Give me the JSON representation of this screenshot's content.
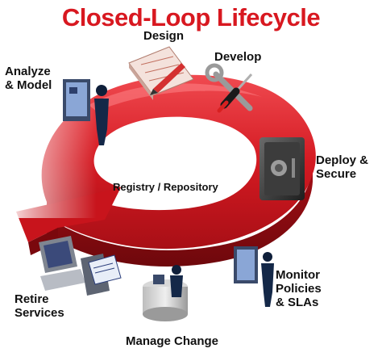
{
  "title": "Closed-Loop Lifecycle",
  "center_label": "Registry / Repository",
  "stages": {
    "design": "Design",
    "develop": "Develop",
    "deploy_line1": "Deploy &",
    "deploy_line2": "Secure",
    "monitor_line1": "Monitor",
    "monitor_line2": "Policies",
    "monitor_line3": "& SLAs",
    "manage": "Manage Change",
    "retire_line1": "Retire",
    "retire_line2": "Services",
    "analyze_line1": "Analyze",
    "analyze_line2": "& Model"
  },
  "colors": {
    "title": "#d81820",
    "ring": "#d41a22",
    "ring_dark": "#8e0d12",
    "ring_light": "#f05a5f"
  },
  "icons": [
    "analyst-person-icon",
    "blueprint-design-icon",
    "wrench-screwdriver-icon",
    "vault-safe-icon",
    "monitor-person-icon",
    "database-person-icon",
    "computer-workstation-icon"
  ]
}
